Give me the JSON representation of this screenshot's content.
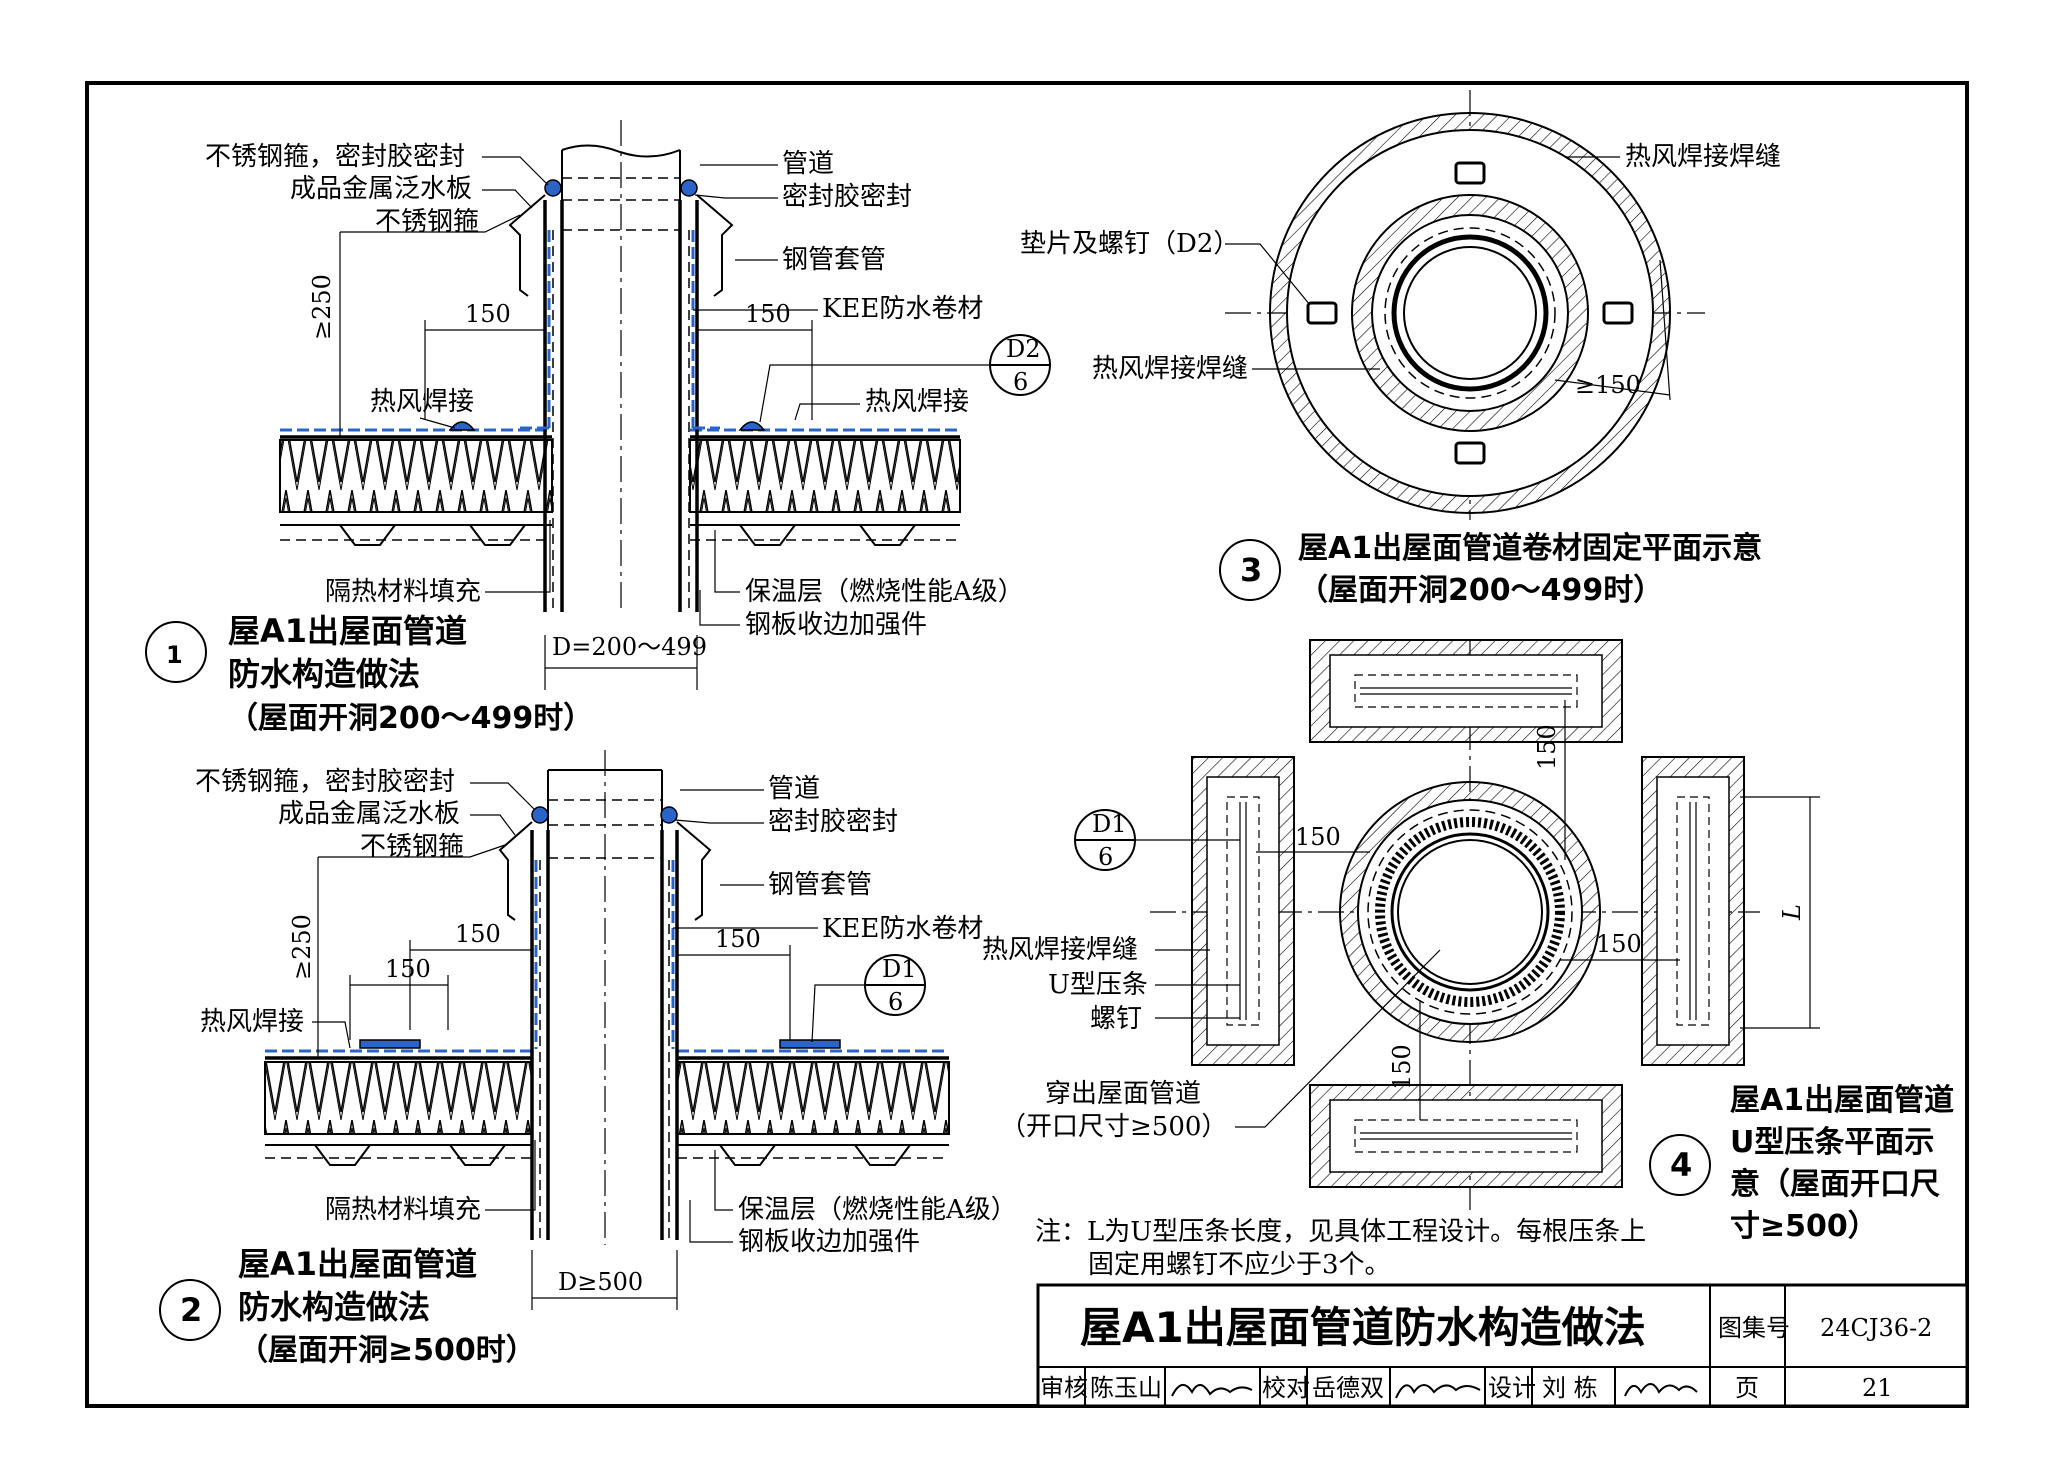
{
  "detail1": {
    "labels": {
      "clamp_seal": "不锈钢箍，密封胶密封",
      "flashing": "成品金属泛水板",
      "clamp": "不锈钢箍",
      "pipe": "管道",
      "sealant": "密封胶密封",
      "sleeve": "钢管套管",
      "membrane": "KEE防水卷材",
      "weld_left": "热风焊接",
      "weld_right": "热风焊接",
      "insulation_fill": "隔热材料填充",
      "insulation_layer": "保温层（燃烧性能A级）",
      "edge_plate": "钢板收边加强件"
    },
    "dims": {
      "height": "≥250",
      "left": "150",
      "right": "150",
      "diameter": "D=200～499"
    },
    "ref": {
      "top": "D2",
      "bottom": "6"
    },
    "number": "1",
    "title": [
      "屋A1出屋面管道",
      "防水构造做法",
      "（屋面开洞200～499时）"
    ]
  },
  "detail2": {
    "labels": {
      "clamp_seal": "不锈钢箍，密封胶密封",
      "flashing": "成品金属泛水板",
      "clamp": "不锈钢箍",
      "pipe": "管道",
      "sealant": "密封胶密封",
      "sleeve": "钢管套管",
      "membrane": "KEE防水卷材",
      "weld": "热风焊接",
      "insulation_fill": "隔热材料填充",
      "insulation_layer": "保温层（燃烧性能A级）",
      "edge_plate": "钢板收边加强件"
    },
    "dims": {
      "height": "≥250",
      "left_outer": "150",
      "left_inner": "150",
      "right": "150",
      "diameter": "D≥500"
    },
    "ref": {
      "top": "D1",
      "bottom": "6"
    },
    "number": "2",
    "title": [
      "屋A1出屋面管道",
      "防水构造做法",
      "（屋面开洞≥500时）"
    ]
  },
  "detail3": {
    "labels": {
      "weld_top": "热风焊接焊缝",
      "washer_screw": "垫片及螺钉（D2）",
      "weld_left": "热风焊接焊缝"
    },
    "dims": {
      "radius": "≥150"
    },
    "number": "3",
    "title": [
      "屋A1出屋面管道卷材固定平面示意",
      "（屋面开洞200～499时）"
    ]
  },
  "detail4": {
    "labels": {
      "weld": "热风焊接焊缝",
      "u_strip": "U型压条",
      "screw": "螺钉",
      "pipe_line1": "穿出屋面管道",
      "pipe_line2": "（开口尺寸≥500）"
    },
    "dims": {
      "top": "150",
      "left": "150",
      "right": "150",
      "bottom": "150",
      "length": "L"
    },
    "ref": {
      "top": "D1",
      "bottom": "6"
    },
    "number": "4",
    "title": [
      "屋A1出屋面管道",
      "U型压条平面示",
      "意（屋面开口尺",
      "寸≥500）"
    ]
  },
  "note": {
    "line1": "注：L为U型压条长度，见具体工程设计。每根压条上",
    "line2": "固定用螺钉不应少于3个。"
  },
  "title_block": {
    "title": "屋A1出屋面管道防水构造做法",
    "atlas_label": "图集号",
    "atlas_no": "24CJ36-2",
    "review_label": "审核",
    "reviewer": "陈玉山",
    "check_label": "校对",
    "checker": "岳德双",
    "design_label": "设计",
    "designer": "刘 栋",
    "page_label": "页",
    "page_no": "21"
  }
}
